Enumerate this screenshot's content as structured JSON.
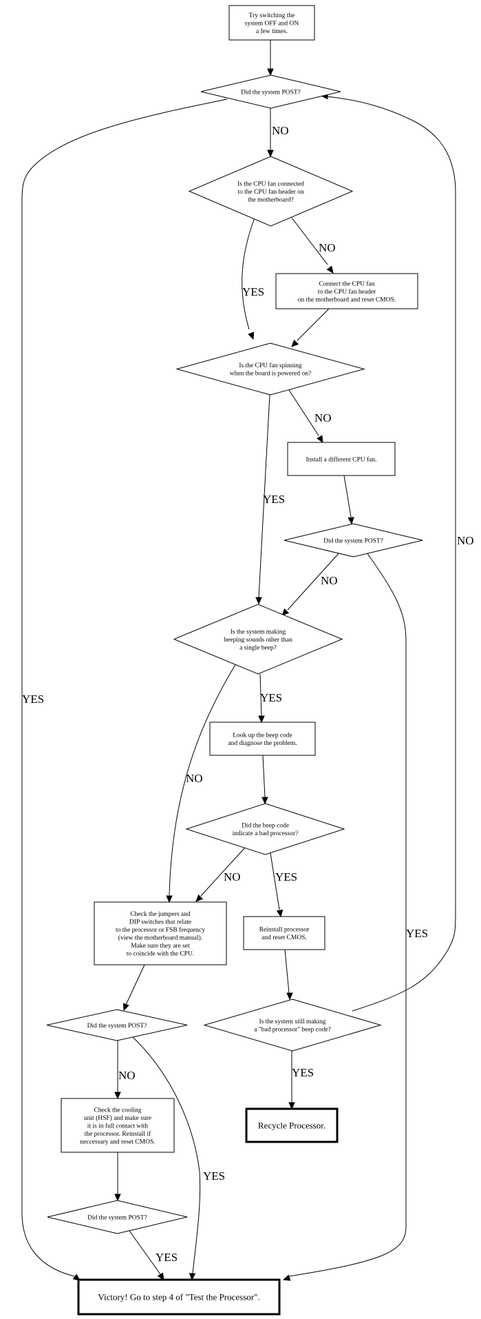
{
  "diagram": {
    "type": "flowchart",
    "nodes": [
      {
        "id": "start",
        "shape": "box",
        "lines": [
          "Try switching the",
          "system OFF and ON",
          "a few times."
        ]
      },
      {
        "id": "post1",
        "shape": "diamond",
        "lines": [
          "Did the system POST?"
        ]
      },
      {
        "id": "fan_connected",
        "shape": "diamond",
        "lines": [
          "Is the CPU fan connected",
          "to the CPU fan header on",
          "the motherboard?"
        ]
      },
      {
        "id": "connect_fan",
        "shape": "box",
        "lines": [
          "Connect the CPU fan",
          "to the CPU fan header",
          "on the motherboard and reset CMOS."
        ]
      },
      {
        "id": "fan_spinning",
        "shape": "diamond",
        "lines": [
          "Is the CPU fan spinning",
          "when the board is powered on?"
        ]
      },
      {
        "id": "install_fan",
        "shape": "box",
        "lines": [
          "Install a different CPU fan."
        ]
      },
      {
        "id": "post2",
        "shape": "diamond",
        "lines": [
          "Did the system POST?"
        ]
      },
      {
        "id": "beeping",
        "shape": "diamond",
        "lines": [
          "Is the system making",
          "beeping sounds other than",
          "a single beep?"
        ]
      },
      {
        "id": "lookup_beep",
        "shape": "box",
        "lines": [
          "Look up the beep code",
          "and diagnose the problem."
        ]
      },
      {
        "id": "bad_processor",
        "shape": "diamond",
        "lines": [
          "Did the beep code",
          "indicate a bad processor?"
        ]
      },
      {
        "id": "check_jumpers",
        "shape": "box",
        "lines": [
          "Check the jumpers and",
          "DIP switches that relate",
          "to the processor or FSB frequency",
          "(view the motherboard manual).",
          "Make sure they are set",
          "to coincide with the CPU."
        ]
      },
      {
        "id": "reinstall",
        "shape": "box",
        "lines": [
          "Reinstall processor",
          "and reset CMOS."
        ]
      },
      {
        "id": "still_bad",
        "shape": "diamond",
        "lines": [
          "Is the system still making",
          "a \"bad processor\" beep code?"
        ]
      },
      {
        "id": "post3",
        "shape": "diamond",
        "lines": [
          "Did the system POST?"
        ]
      },
      {
        "id": "check_cooling",
        "shape": "box",
        "lines": [
          "Check the cooling",
          "unit (HSF) and make sure",
          "it is in full contact with",
          "the processor. Reinstall if",
          "neccessary and reset CMOS."
        ]
      },
      {
        "id": "recycle",
        "shape": "terminal",
        "lines": [
          "Recycle Processor."
        ]
      },
      {
        "id": "post4",
        "shape": "diamond",
        "lines": [
          "Did the system POST?"
        ]
      },
      {
        "id": "victory",
        "shape": "terminal",
        "lines": [
          "Victory! Go to step 4 of \"Test the Processor\"."
        ]
      }
    ],
    "edges": [
      {
        "from": "start",
        "to": "post1",
        "label": ""
      },
      {
        "from": "post1",
        "to": "fan_connected",
        "label": "NO"
      },
      {
        "from": "post1",
        "to": "victory",
        "label": "YES"
      },
      {
        "from": "fan_connected",
        "to": "fan_spinning",
        "label": "YES"
      },
      {
        "from": "fan_connected",
        "to": "connect_fan",
        "label": "NO"
      },
      {
        "from": "connect_fan",
        "to": "fan_spinning",
        "label": ""
      },
      {
        "from": "fan_spinning",
        "to": "beeping",
        "label": "YES"
      },
      {
        "from": "fan_spinning",
        "to": "install_fan",
        "label": "NO"
      },
      {
        "from": "install_fan",
        "to": "post2",
        "label": ""
      },
      {
        "from": "post2",
        "to": "beeping",
        "label": "NO"
      },
      {
        "from": "post2",
        "to": "victory",
        "label": "YES"
      },
      {
        "from": "beeping",
        "to": "lookup_beep",
        "label": "YES"
      },
      {
        "from": "beeping",
        "to": "check_jumpers",
        "label": "NO"
      },
      {
        "from": "lookup_beep",
        "to": "bad_processor",
        "label": ""
      },
      {
        "from": "bad_processor",
        "to": "check_jumpers",
        "label": "NO"
      },
      {
        "from": "bad_processor",
        "to": "reinstall",
        "label": "YES"
      },
      {
        "from": "reinstall",
        "to": "still_bad",
        "label": ""
      },
      {
        "from": "still_bad",
        "to": "recycle",
        "label": "YES"
      },
      {
        "from": "still_bad",
        "to": "post1",
        "label": "NO"
      },
      {
        "from": "check_jumpers",
        "to": "post3",
        "label": ""
      },
      {
        "from": "post3",
        "to": "check_cooling",
        "label": "NO"
      },
      {
        "from": "post3",
        "to": "victory",
        "label": "YES"
      },
      {
        "from": "check_cooling",
        "to": "post4",
        "label": ""
      },
      {
        "from": "post4",
        "to": "victory",
        "label": "YES"
      }
    ]
  }
}
